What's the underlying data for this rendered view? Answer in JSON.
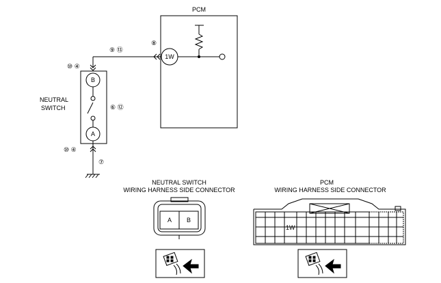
{
  "pcm": {
    "title": "PCM",
    "terminal": "1W"
  },
  "neutral_switch": {
    "name_line1": "NEUTRAL",
    "name_line2": "SWITCH",
    "terminal_a": "A",
    "terminal_b": "B"
  },
  "harness_marks": {
    "pcm_side": "⑧",
    "wire_top": "⑨ ⑬",
    "switch_top": "⑩ ④",
    "switch_middle": "⑥ ⑫",
    "switch_bottom": "⑩ ④",
    "ground": "⑦"
  },
  "connectors": {
    "neutral_switch": {
      "title_line1": "NEUTRAL SWITCH",
      "title_line2": "WIRING HARNESS SIDE CONNECTOR",
      "pin_a": "A",
      "pin_b": "B"
    },
    "pcm": {
      "title_line1": "PCM",
      "title_line2": "WIRING HARNESS SIDE CONNECTOR",
      "pin_1w": "1W"
    }
  }
}
